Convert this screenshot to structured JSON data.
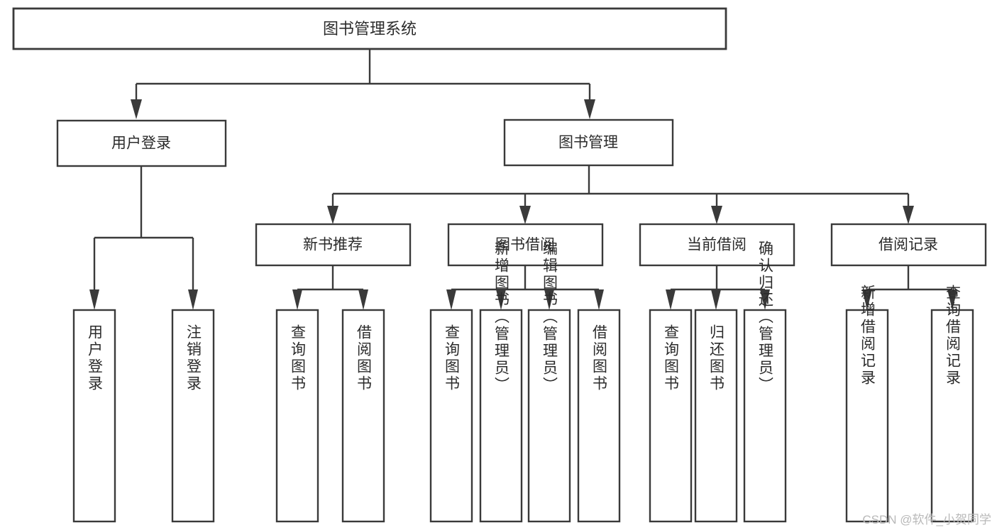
{
  "diagram": {
    "type": "tree-hierarchy-flowchart",
    "root": {
      "id": "root",
      "label": "图书管理系统"
    },
    "level1": [
      {
        "id": "user-login",
        "label": "用户登录"
      },
      {
        "id": "book-manage",
        "label": "图书管理"
      }
    ],
    "level2": [
      {
        "id": "new-book-recommend",
        "label": "新书推荐",
        "parent": "book-manage"
      },
      {
        "id": "book-borrow",
        "label": "图书借阅",
        "parent": "book-manage"
      },
      {
        "id": "current-borrow",
        "label": "当前借阅",
        "parent": "book-manage"
      },
      {
        "id": "borrow-record",
        "label": "借阅记录",
        "parent": "book-manage"
      }
    ],
    "leaves": {
      "user_login": [
        {
          "id": "leaf-user-login",
          "label": "用户登录"
        },
        {
          "id": "leaf-logout-login",
          "label": "注销登录"
        }
      ],
      "new_book_recommend": [
        {
          "id": "leaf-query-book-1",
          "label": "查询图书"
        },
        {
          "id": "leaf-borrow-book-1",
          "label": "借阅图书"
        }
      ],
      "book_borrow": [
        {
          "id": "leaf-query-book-2",
          "label": "查询图书"
        },
        {
          "id": "leaf-add-book",
          "label": "新增图书（管理员）"
        },
        {
          "id": "leaf-edit-book",
          "label": "编辑图书（管理员）"
        },
        {
          "id": "leaf-borrow-book-2",
          "label": "借阅图书"
        }
      ],
      "current_borrow": [
        {
          "id": "leaf-query-book-3",
          "label": "查询图书"
        },
        {
          "id": "leaf-return-book",
          "label": "归还图书"
        },
        {
          "id": "leaf-confirm-return",
          "label": "确认归还（管理员）"
        }
      ],
      "borrow_record": [
        {
          "id": "leaf-add-record",
          "label": "新增借阅记录"
        },
        {
          "id": "leaf-query-record",
          "label": "查询借阅记录"
        }
      ]
    },
    "colors": {
      "stroke": "#3a3a3a",
      "fill": "#ffffff",
      "text": "#2b2b2b",
      "background": "#ffffff",
      "watermark": "#b9b9b9"
    }
  },
  "watermark": {
    "text": "CSDN @软件_小贺同学"
  }
}
